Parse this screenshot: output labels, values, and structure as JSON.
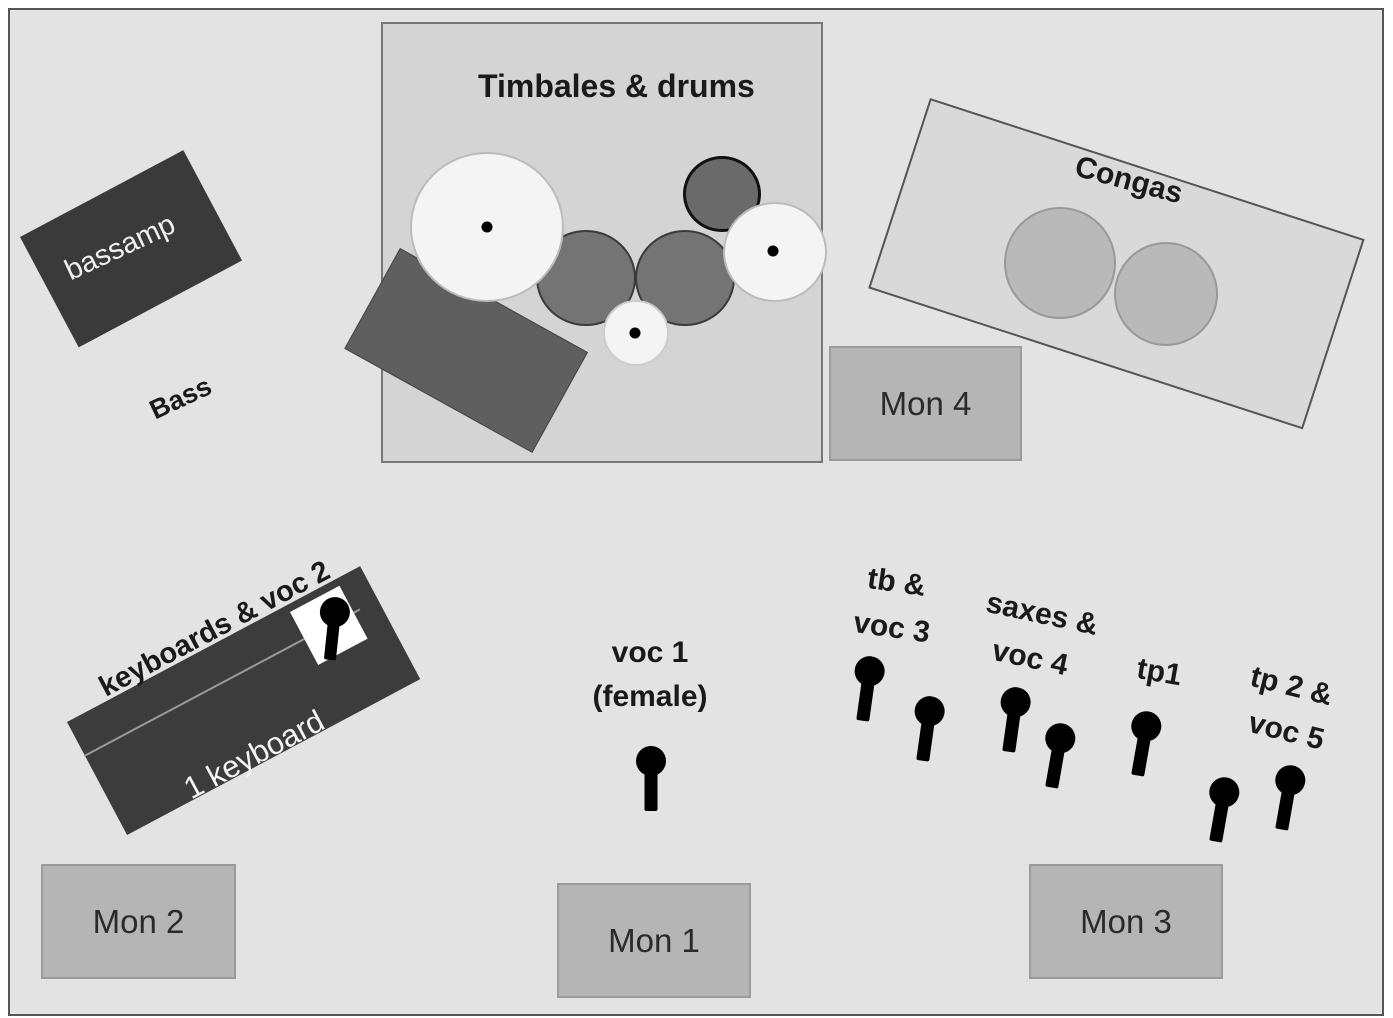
{
  "labels": {
    "timbales": "Timbales & drums",
    "congas": "Congas",
    "bassamp": "bassamp",
    "bass": "Bass",
    "keyboards": "keyboards & voc 2",
    "keyboard1": "1 keyboard",
    "voc1_line1": "voc 1",
    "voc1_line2": "(female)",
    "tb_line1": "tb &",
    "tb_line2": "voc 3",
    "saxes_line1": "saxes &",
    "saxes_line2": "voc 4",
    "tp1": "tp1",
    "tp2_line1": "tp 2 &",
    "tp2_line2": "voc 5"
  },
  "monitors": {
    "mon1": "Mon 1",
    "mon2": "Mon 2",
    "mon3": "Mon 3",
    "mon4": "Mon 4"
  },
  "icons": {
    "microphone": "microphone-icon",
    "drum": "drum-icon",
    "cymbal": "cymbal-icon"
  },
  "colors": {
    "background": "#e3e3e3",
    "amp": "#3a3a3a",
    "monitor": "#b5b5b5",
    "drum_dark": "#6f6f6f",
    "cymbal": "#f2f2f2",
    "conga": "#b8b8b8"
  }
}
